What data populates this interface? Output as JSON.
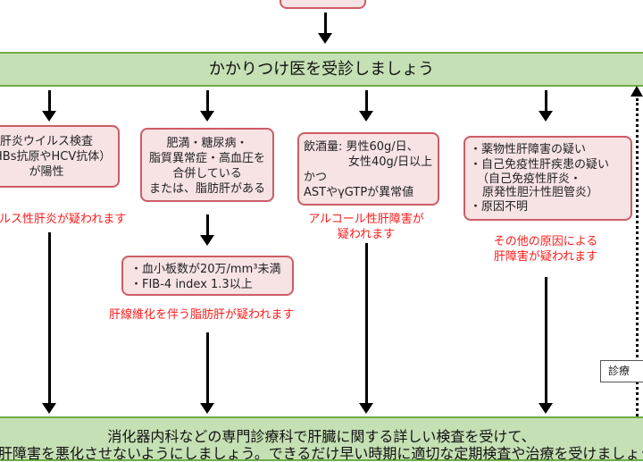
{
  "header_band": {
    "text": "かかりつけ医を受診しましょう"
  },
  "boxes": {
    "viral": {
      "lines": [
        "肝炎ウイルス検査",
        "（HBs抗原やHCV抗体）",
        "が陽性"
      ],
      "result": "ウイルス性肝炎が疑われます"
    },
    "fatty": {
      "lines": [
        "肥満・糖尿病・",
        "脂質異常症・高血圧を",
        "合併している",
        "または、脂肪肝がある"
      ]
    },
    "fibrosis": {
      "lines": [
        "・血小板数が20万/mm³未満",
        "・FIB-4 index 1.3以上"
      ],
      "result": "肝線維化を伴う脂肪肝が疑われます"
    },
    "alcohol": {
      "lines": [
        "飲酒量: 男性60g/日、",
        "女性40g/日以上",
        "かつ",
        "ASTやγGTPが異常値"
      ],
      "result": [
        "アルコール性肝障害が",
        "疑われます"
      ]
    },
    "other": {
      "lines": [
        "・薬物性肝障害の疑い",
        "・自己免疫性肝疾患の疑い",
        "（自己免疫性肝炎・",
        "原発性胆汁性胆管炎）",
        "・原因不明"
      ],
      "result": [
        "その他の原因による",
        "肝障害が疑われます"
      ]
    }
  },
  "side_label": "診療",
  "footer_band": {
    "line1": "消化器内科などの専門診療科で肝臓に関する詳しい検査を受けて、",
    "line2": "肝障害を悪化させないようにしましょう。できるだけ早い時期に適切な定期検査や治療を受けましょう"
  },
  "colors": {
    "band": "#c5e0b4",
    "band_border": "#70ad47",
    "box": "#f7e3e4",
    "box_border": "#cd5c66",
    "alert": "#ff1a1a"
  }
}
